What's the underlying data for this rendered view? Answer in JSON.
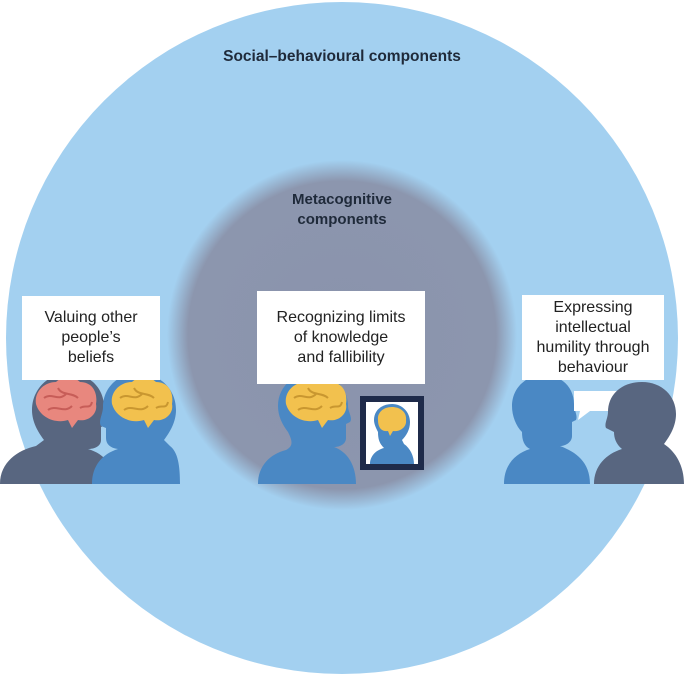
{
  "titles": {
    "outer": "Social–behavioural components",
    "inner": "Metacognitive\ncomponents"
  },
  "boxes": {
    "valuing": "Valuing other\npeople’s\nbeliefs",
    "recognizing": "Recognizing limits\nof knowledge\nand fallibility",
    "expressing": "Expressing\nintellectual\nhumility through\nbehaviour"
  },
  "icons": {
    "left_pair": [
      "person-red-brain-icon",
      "person-yellow-brain-icon"
    ],
    "center": [
      "person-yellow-brain-icon",
      "mirror-reflection-icon"
    ],
    "right_pair": [
      "person-speech-icon",
      "person-listening-icon"
    ]
  },
  "colors": {
    "outer_circle": "#a3d0f0",
    "inner_circle": "#8a93ac",
    "person_blue": "#4a88c4",
    "person_dark": "#586680",
    "brain_yellow": "#f2c14e",
    "brain_red": "#e8877e",
    "mirror_frame": "#1f2b4a"
  }
}
